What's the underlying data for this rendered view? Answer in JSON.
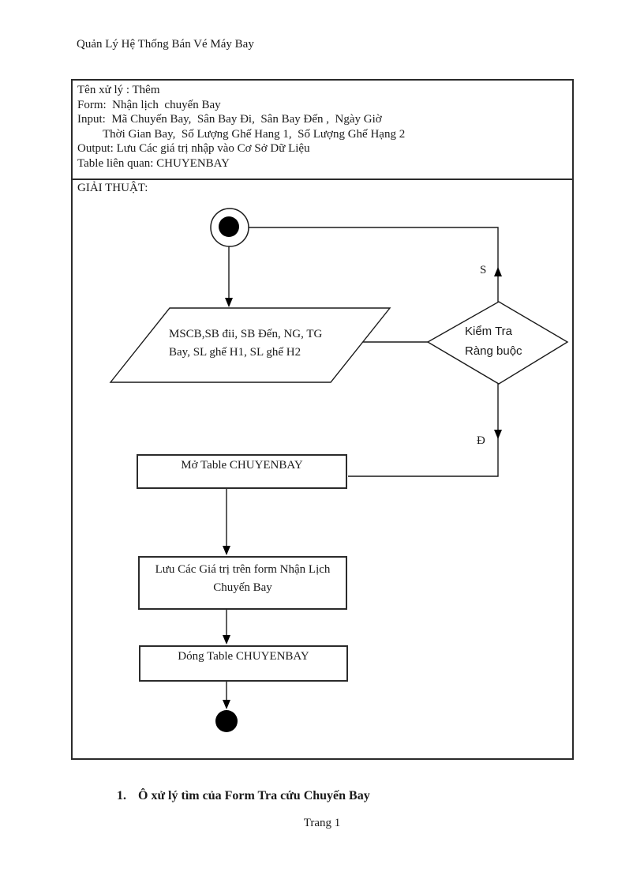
{
  "header": {
    "title": "Quản Lý Hệ Thống Bán Vé Máy Bay"
  },
  "info_box": {
    "lines": [
      "Tên xử lý : Thêm",
      "Form:  Nhận lịch  chuyến Bay",
      "Input:  Mã Chuyến Bay,  Sân Bay Đi,  Sân Bay Đến ,  Ngày Giờ",
      "Thời Gian Bay,  Số Lượng Ghế Hang 1,  Số Lượng Ghế Hạng 2",
      "Output: Lưu Các giá trị nhập vào Cơ Sở Dữ Liệu",
      "Table liên quan: CHUYENBAY"
    ]
  },
  "flowchart": {
    "section_label": "GIẢI THUẬT:",
    "input_shape": {
      "line1": "MSCB,SB đii,  SB Đến, NG, TG",
      "line2": "Bay, SL ghế H1, SL ghế H2"
    },
    "decision": {
      "line1": "Kiểm Tra",
      "line2": "Ràng buộc"
    },
    "branch_false_label": "S",
    "branch_true_label": "Đ",
    "process_open": "Mở Table CHUYENBAY",
    "process_save": {
      "line1": "Lưu Các Giá trị trên form Nhận Lịch",
      "line2": "Chuyến Bay"
    },
    "process_close": "Dóng Table CHUYENBAY"
  },
  "bottom": {
    "heading_number": "1.",
    "heading_text": "Ô xử lý tìm của Form Tra cứu Chuyến Bay",
    "page_number": "Trang 1"
  },
  "colors": {
    "ink": "#1a1a1a",
    "border": "#2b2b2b",
    "background": "#ffffff"
  }
}
